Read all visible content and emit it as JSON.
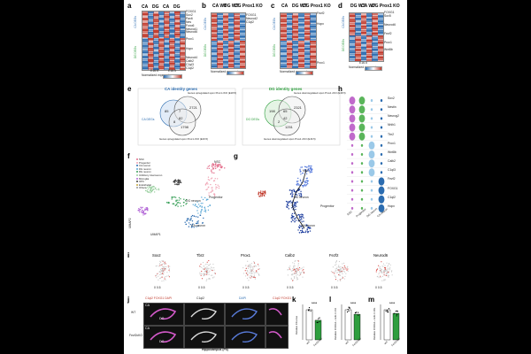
{
  "panels": {
    "a": "a",
    "b": "b",
    "c": "c",
    "d": "d",
    "e": "e",
    "f": "f",
    "g": "g",
    "h": "h",
    "i": "i",
    "j": "j",
    "k": "k",
    "l": "l",
    "m": "m"
  },
  "panel_a": {
    "cols": [
      "CA",
      "DG",
      "CA",
      "DG"
    ],
    "genes": [
      "FOXG1",
      "Sox2",
      "Pax6",
      "Nes",
      "Foxo6",
      "Neurod1",
      "Neurod6",
      "Prox1",
      "Hopx",
      "Neurod4",
      "Calb2",
      "C1ql3",
      "C1ql2"
    ],
    "row_top": "CA DEGs",
    "row_bottom": "DG DEGs",
    "stages": [
      "E16.5",
      "E18.5"
    ],
    "scale": "Normalized expression"
  },
  "panel_b": {
    "cols": [
      "CA WT",
      "DG WT",
      "DG Prox1 KO"
    ],
    "genes": [
      "FOXG1",
      "Neurod2",
      "C1ql2"
    ],
    "scale": "Normalized expression"
  },
  "panel_c": {
    "cols": [
      "CA",
      "DG WT",
      "DG Prox1 KO"
    ],
    "genes": [
      "Fezf2",
      "Hopx",
      "Prox1"
    ],
    "scale": "Normalized expression"
  },
  "panel_d": {
    "cols": [
      "DG WT",
      "CA WT",
      "DG Prox1 KO"
    ],
    "genes": [
      "FOXG1",
      "Sox5",
      "Neurod6",
      "Fezf2",
      "Prox1",
      "Wnt8b"
    ],
    "stage": "E16.5",
    "scale": "Normalized expression"
  },
  "panel_e": {
    "left_title": "CA identity genes",
    "right_title": "DG identity genes",
    "left_top": "Genes upregulated upon Prox1 cKO (E18.5)",
    "left_bottom": "Genes upregulated upon Prox1 cKO (E16.5)",
    "right_top": "Genes downregulated upon Prox1 cKO (E18.5)",
    "right_bottom": "Genes downregulated upon Prox1 cKO (E16.5)",
    "left_set": "CA DEGs",
    "right_set": "DG DEGs",
    "left_nums": [
      "85",
      "2721",
      "7",
      "82",
      "8",
      "1798"
    ],
    "right_nums": [
      "198",
      "2321",
      "65",
      "42",
      "2",
      "1251"
    ]
  },
  "panel_f": {
    "legend": [
      "NSC",
      "Progenitor",
      "CA neuron",
      "DG neuron",
      "RG neuron",
      "Inhibitory interneuron",
      "Microglia",
      "OPC",
      "Endothelial",
      "Others"
    ],
    "labels": [
      "NSC",
      "Progenitor",
      "DG neuron",
      "CA neuron"
    ],
    "axis_x": "UMAP1",
    "axis_y": "UMAP2"
  },
  "panel_g": {
    "labels": [
      "NSC",
      "DG neuron",
      "Progenitor",
      "CA neuron"
    ]
  },
  "panel_h": {
    "genes": [
      "Sox2",
      "Nestin",
      "Neurog2",
      "Nhlh1",
      "Tbr2",
      "Prox1",
      "Wnt8b",
      "Calb2",
      "C1ql3",
      "Fezf2",
      "FOXG1",
      "C1ql2",
      "Hopx"
    ],
    "groups": [
      "NSC",
      "Progenitor",
      "DG neuron",
      "CA neuron"
    ]
  },
  "panel_i": {
    "genes": [
      "Sox2",
      "Tbr2",
      "Prox1",
      "Calb2",
      "Fezf2",
      "Neurod6"
    ],
    "scale": "0  0.5"
  },
  "panel_j": {
    "header1": "C1ql2 FOXG1 DAPI",
    "header2": "C1ql2",
    "header3": "DAPI",
    "header4": "C1ql2 FOXG1",
    "rows": [
      "WT",
      "Fezf2cKO"
    ],
    "caption": "Hippocampus (P5)",
    "labels": [
      "CA",
      "DG",
      "CA",
      "DG"
    ]
  },
  "panel_k": {
    "ylabel": "Relative CA area",
    "groups": [
      "WT",
      "Fezf2cKO"
    ],
    "sig": "****"
  },
  "panel_l": {
    "ylabel": "Relative FOXG1+ cells in CA",
    "groups": [
      "WT",
      "Fezf2cKO"
    ],
    "sig": "****"
  },
  "panel_m": {
    "ylabel": "Relative FOXG1+ cells in DG",
    "groups": [
      "WT",
      "Fezf2cKO"
    ],
    "sig": "****"
  },
  "colors": {
    "red": "#c0392b",
    "blue": "#2b6cb0",
    "green": "#2e9e3e",
    "pink": "#e26d8a",
    "purple": "#b266d6"
  }
}
